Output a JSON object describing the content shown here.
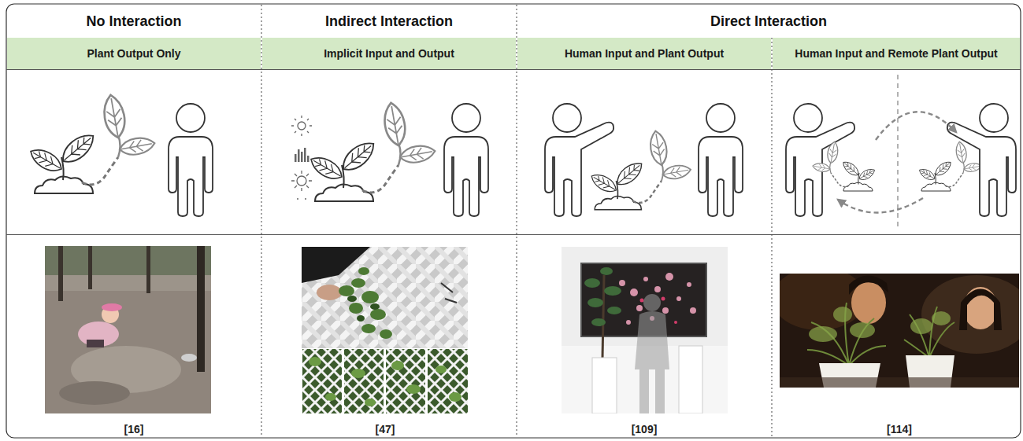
{
  "diagram": {
    "nodes": [
      {
        "text": [
          "Plant Output Only"
        ]
      },
      {
        "text": [
          "Implicit Input and Output"
        ]
      },
      {
        "text": [
          "Human Input and Plant Output"
        ]
      },
      {
        "text": [
          "Human Input and Remote Plant Output"
        ]
      }
    ],
    "labels": [
      "No Interaction",
      "Indirect Interaction",
      "Direct Interaction",
      "[16]",
      "[47]",
      "[109]",
      "[114]"
    ]
  }
}
